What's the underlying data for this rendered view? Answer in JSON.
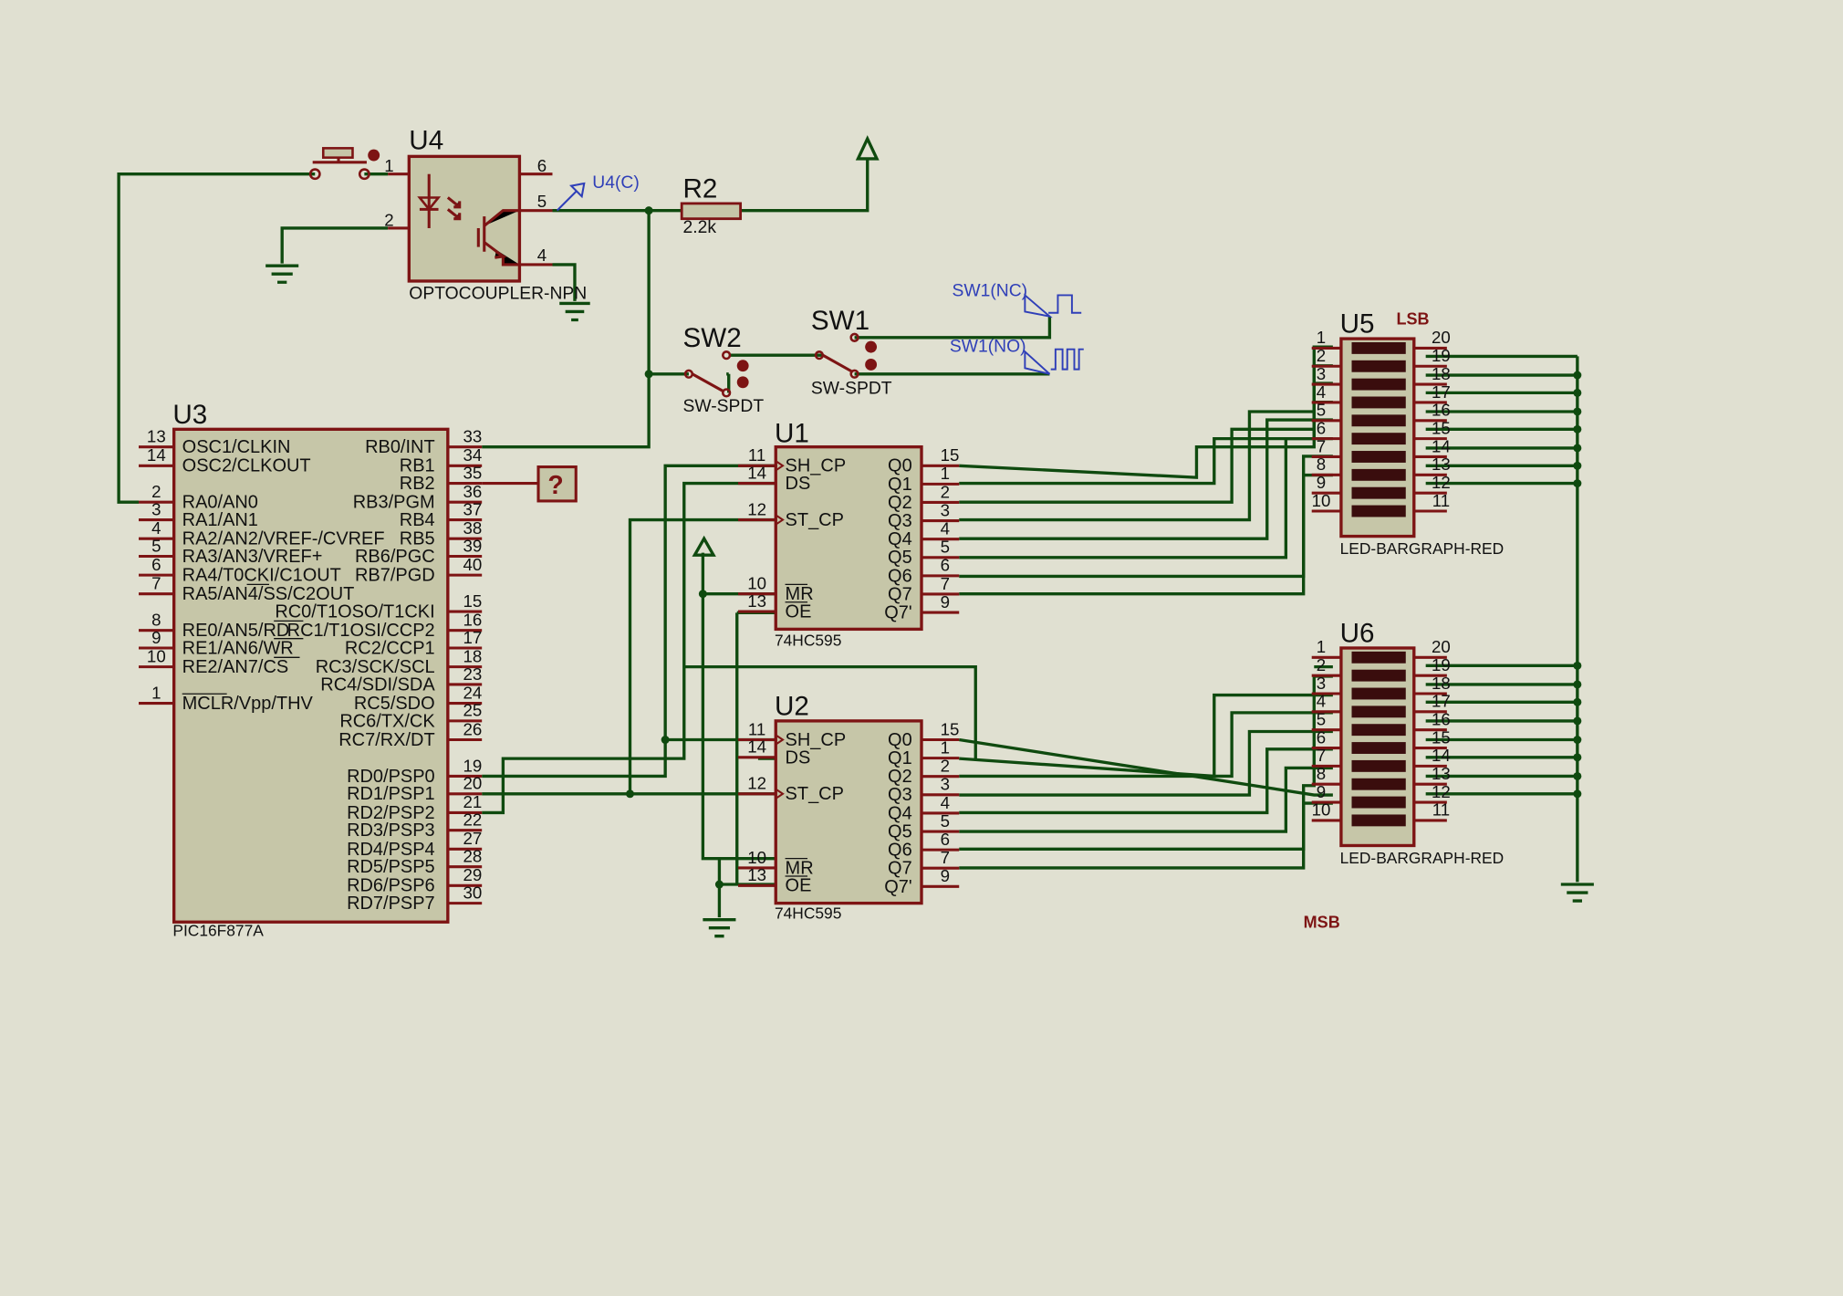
{
  "components": {
    "u3": {
      "ref": "U3",
      "type": "PIC16F877A",
      "left_pins": [
        {
          "num": "13",
          "name": "OSC1/CLKIN"
        },
        {
          "num": "14",
          "name": "OSC2/CLKOUT"
        },
        {
          "num": "2",
          "name": "RA0/AN0"
        },
        {
          "num": "3",
          "name": "RA1/AN1"
        },
        {
          "num": "4",
          "name": "RA2/AN2/VREF-/CVREF"
        },
        {
          "num": "5",
          "name": "RA3/AN3/VREF+"
        },
        {
          "num": "6",
          "name": "RA4/T0CKI/C1OUT"
        },
        {
          "num": "7",
          "name": "RA5/AN4/SS/C2OUT"
        },
        {
          "num": "8",
          "name": "RE0/AN5/RD"
        },
        {
          "num": "9",
          "name": "RE1/AN6/WR"
        },
        {
          "num": "10",
          "name": "RE2/AN7/CS"
        },
        {
          "num": "1",
          "name": "MCLR/Vpp/THV"
        }
      ],
      "right_pins": [
        {
          "num": "33",
          "name": "RB0/INT"
        },
        {
          "num": "34",
          "name": "RB1"
        },
        {
          "num": "35",
          "name": "RB2"
        },
        {
          "num": "36",
          "name": "RB3/PGM"
        },
        {
          "num": "37",
          "name": "RB4"
        },
        {
          "num": "38",
          "name": "RB5"
        },
        {
          "num": "39",
          "name": "RB6/PGC"
        },
        {
          "num": "40",
          "name": "RB7/PGD"
        },
        {
          "num": "15",
          "name": "RC0/T1OSO/T1CKI"
        },
        {
          "num": "16",
          "name": "RC1/T1OSI/CCP2"
        },
        {
          "num": "17",
          "name": "RC2/CCP1"
        },
        {
          "num": "18",
          "name": "RC3/SCK/SCL"
        },
        {
          "num": "23",
          "name": "RC4/SDI/SDA"
        },
        {
          "num": "24",
          "name": "RC5/SDO"
        },
        {
          "num": "25",
          "name": "RC6/TX/CK"
        },
        {
          "num": "26",
          "name": "RC7/RX/DT"
        },
        {
          "num": "19",
          "name": "RD0/PSP0"
        },
        {
          "num": "20",
          "name": "RD1/PSP1"
        },
        {
          "num": "21",
          "name": "RD2/PSP2"
        },
        {
          "num": "22",
          "name": "RD3/PSP3"
        },
        {
          "num": "27",
          "name": "RD4/PSP4"
        },
        {
          "num": "28",
          "name": "RD5/PSP5"
        },
        {
          "num": "29",
          "name": "RD6/PSP6"
        },
        {
          "num": "30",
          "name": "RD7/PSP7"
        }
      ]
    },
    "u4": {
      "ref": "U4",
      "type": "OPTOCOUPLER-NPN",
      "pins": [
        "1",
        "2",
        "6",
        "5",
        "4"
      ]
    },
    "r2": {
      "ref": "R2",
      "value": "2.2k"
    },
    "sw1": {
      "ref": "SW1",
      "type": "SW-SPDT"
    },
    "sw2": {
      "ref": "SW2",
      "type": "SW-SPDT"
    },
    "u1": {
      "ref": "U1",
      "type": "74HC595"
    },
    "u2": {
      "ref": "U2",
      "type": "74HC595"
    },
    "hc595_pins": {
      "left": [
        {
          "num": "11",
          "name": "SH_CP"
        },
        {
          "num": "14",
          "name": "DS"
        },
        {
          "num": "12",
          "name": "ST_CP"
        },
        {
          "num": "10",
          "name": "MR"
        },
        {
          "num": "13",
          "name": "OE"
        }
      ],
      "right": [
        {
          "num": "15",
          "name": "Q0"
        },
        {
          "num": "1",
          "name": "Q1"
        },
        {
          "num": "2",
          "name": "Q2"
        },
        {
          "num": "3",
          "name": "Q3"
        },
        {
          "num": "4",
          "name": "Q4"
        },
        {
          "num": "5",
          "name": "Q5"
        },
        {
          "num": "6",
          "name": "Q6"
        },
        {
          "num": "7",
          "name": "Q7"
        },
        {
          "num": "9",
          "name": "Q7'"
        }
      ]
    },
    "u5": {
      "ref": "U5",
      "type": "LED-BARGRAPH-RED"
    },
    "u6": {
      "ref": "U6",
      "type": "LED-BARGRAPH-RED"
    },
    "bargraph_pins": {
      "left": [
        "1",
        "2",
        "3",
        "4",
        "5",
        "6",
        "7",
        "8",
        "9",
        "10"
      ],
      "right": [
        "20",
        "19",
        "18",
        "17",
        "16",
        "15",
        "14",
        "13",
        "12",
        "11"
      ]
    },
    "logic_probe": {
      "symbol": "?"
    }
  },
  "probes": {
    "u4c": "U4(C)",
    "sw1_nc": "SW1(NC)",
    "sw1_no": "SW1(NO)"
  },
  "labels": {
    "lsb": "LSB",
    "msb": "MSB"
  },
  "colors": {
    "background": "#e0e0d1",
    "wire": "#0f4a0f",
    "component_outline": "#7d1414",
    "component_fill": "#c6c6a8",
    "probe_text": "#2f3fb8"
  }
}
